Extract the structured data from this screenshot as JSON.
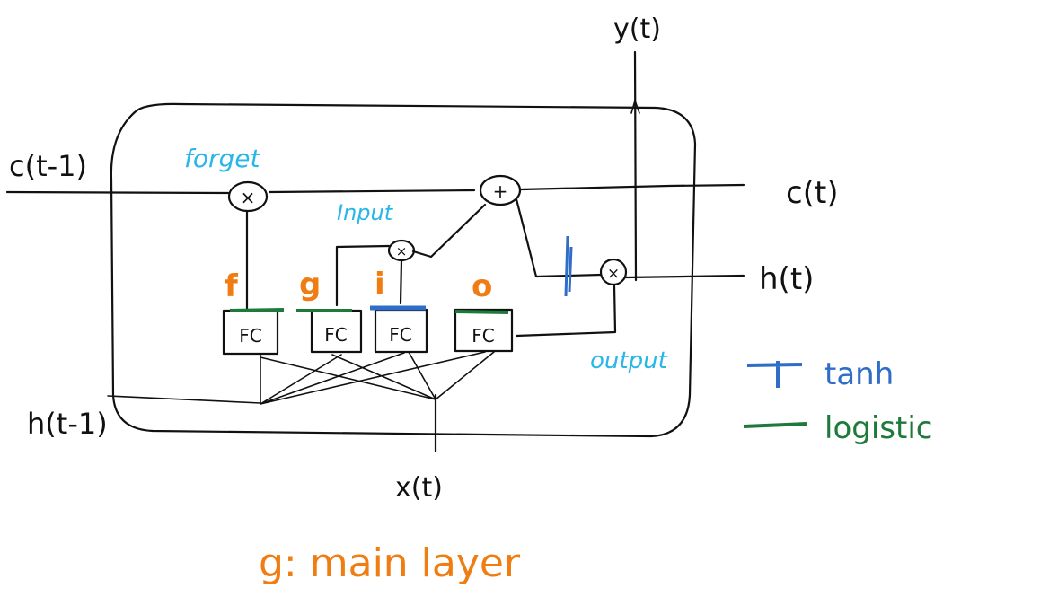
{
  "signals": {
    "c_prev": "c(t-1)",
    "c_t": "c(t)",
    "h_t": "h(t)",
    "h_prev": "h(t-1)",
    "x_t": "x(t)",
    "y_t": "y(t)"
  },
  "gate_labels": {
    "forget": "forget",
    "input": "Input",
    "output": "output"
  },
  "ops": {
    "forget_op": "×",
    "add_op": "+",
    "input_op": "×",
    "output_op": "×"
  },
  "fc_layers": [
    {
      "letter": "f",
      "label": "FC",
      "activation": "logistic"
    },
    {
      "letter": "g",
      "label": "FC",
      "activation": "logistic"
    },
    {
      "letter": "i",
      "label": "FC",
      "activation": "tanh"
    },
    {
      "letter": "o",
      "label": "FC",
      "activation": "logistic"
    }
  ],
  "legend": {
    "tanh": "tanh",
    "logistic": "logistic"
  },
  "caption": "g: main layer",
  "colors": {
    "ink": "#111111",
    "cyan": "#29b6e8",
    "orange": "#f07d12",
    "blue": "#2f6dc8",
    "green": "#1e7a3a"
  }
}
